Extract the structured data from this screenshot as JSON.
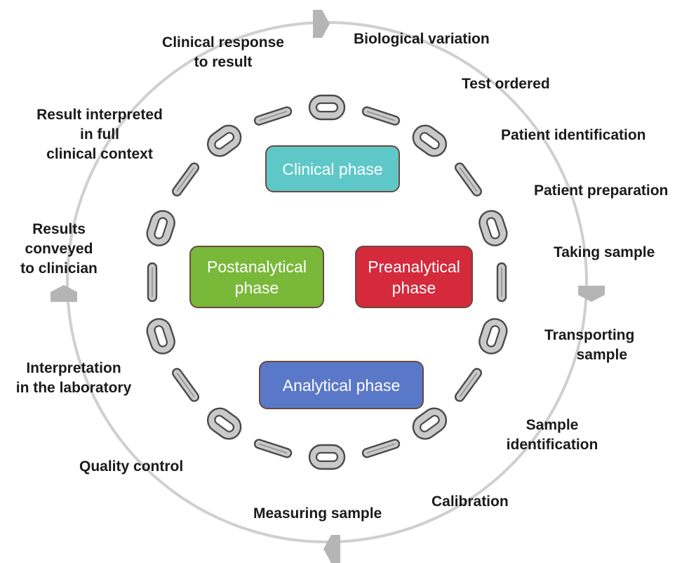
{
  "steps": [
    {
      "id": "biological_variation",
      "lines": [
        "Biological variation"
      ]
    },
    {
      "id": "test_ordered",
      "lines": [
        "Test ordered"
      ]
    },
    {
      "id": "patient_identification",
      "lines": [
        "Patient identification"
      ]
    },
    {
      "id": "patient_preparation",
      "lines": [
        "Patient preparation"
      ]
    },
    {
      "id": "taking_sample",
      "lines": [
        "Taking sample"
      ]
    },
    {
      "id": "transporting_sample",
      "lines": [
        "Transporting",
        "sample"
      ]
    },
    {
      "id": "sample_identification",
      "lines": [
        "Sample",
        "identification"
      ]
    },
    {
      "id": "calibration",
      "lines": [
        "Calibration"
      ]
    },
    {
      "id": "measuring_sample",
      "lines": [
        "Measuring sample"
      ]
    },
    {
      "id": "quality_control",
      "lines": [
        "Quality control"
      ]
    },
    {
      "id": "interpretation_in_the_laboratory",
      "lines": [
        "Interpretation",
        "in the laboratory"
      ]
    },
    {
      "id": "results_conveyed",
      "lines": [
        "Results",
        "conveyed",
        "to clinician"
      ]
    },
    {
      "id": "result_interpreted",
      "lines": [
        "Result interpreted",
        "in full",
        "clinical context"
      ]
    },
    {
      "id": "clinical_response",
      "lines": [
        "Clinical response",
        "to result"
      ]
    }
  ],
  "phases": {
    "clinical": {
      "lines": [
        "Clinical phase"
      ],
      "color": "#5ec8c8"
    },
    "preanalytical": {
      "lines": [
        "Preanalytical",
        "phase"
      ],
      "color": "#d42a3c"
    },
    "postanalytical": {
      "lines": [
        "Postanalytical",
        "phase"
      ],
      "color": "#7ab83a"
    },
    "analytical": {
      "lines": [
        "Analytical phase"
      ],
      "color": "#5a78c8"
    }
  },
  "arrows": [
    "arrow-top-right",
    "arrow-right-down",
    "arrow-bottom-left",
    "arrow-left-up"
  ],
  "colors": {
    "cycle_ring": "#cfcfcf",
    "arrow": "#b5b5b5",
    "chain_link": "#c9c9c9",
    "chain_outline": "#4a4a4a",
    "label_text": "#1a1a1a",
    "box_border": "#6b4a3f"
  }
}
